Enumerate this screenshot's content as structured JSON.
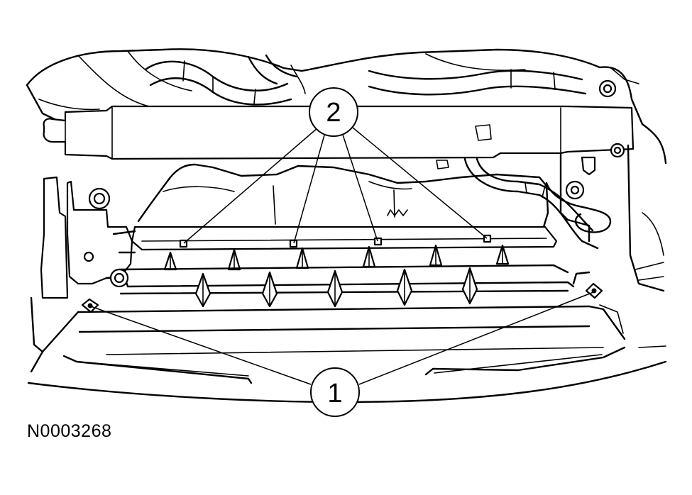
{
  "callouts": [
    {
      "id": "1",
      "label": "1"
    },
    {
      "id": "2",
      "label": "2"
    }
  ],
  "figure_id": "N0003268"
}
